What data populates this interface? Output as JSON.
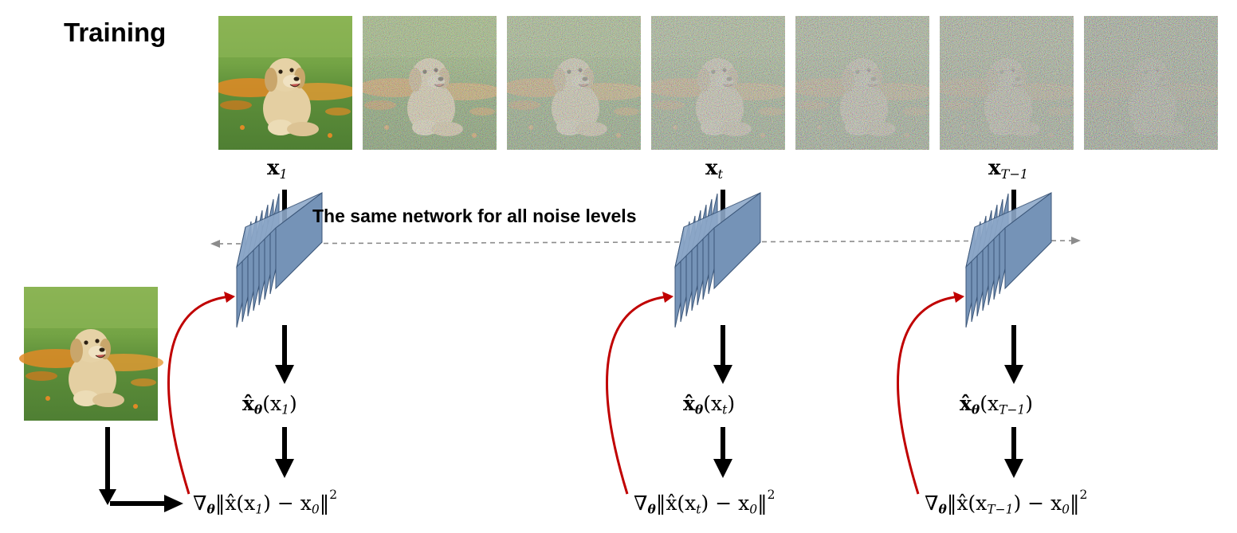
{
  "title": "Training",
  "network_caption": "The same network for all noise levels",
  "noise_levels": [
    0,
    0.35,
    0.5,
    0.62,
    0.72,
    0.82,
    0.92
  ],
  "labels": {
    "x1": {
      "base": "x",
      "sub": "1"
    },
    "xt": {
      "base": "x",
      "sub": "t"
    },
    "xT1": {
      "base": "x",
      "sub": "T−1"
    }
  },
  "predictions": {
    "p1": {
      "prefix": "x̂",
      "theta": "θ",
      "arg": "(x",
      "sub": "1",
      "close": ")"
    },
    "pt": {
      "prefix": "x̂",
      "theta": "θ",
      "arg": "(x",
      "sub": "t",
      "close": ")"
    },
    "pT1": {
      "prefix": "x̂",
      "theta": "θ",
      "arg": "(x",
      "sub": "T−1",
      "close": ")"
    }
  },
  "losses": {
    "l1": {
      "nabla": "∇",
      "theta": "θ",
      "body": "‖x̂",
      "arg": "(x",
      "sub": "1",
      "rest": ") − x",
      "sub0": "0",
      "end": "‖",
      "pow": "2"
    },
    "lt": {
      "nabla": "∇",
      "theta": "θ",
      "body": "‖x̂",
      "arg": "(x",
      "sub": "t",
      "rest": ") − x",
      "sub0": "0",
      "end": "‖",
      "pow": "2"
    },
    "lT1": {
      "nabla": "∇",
      "theta": "θ",
      "body": "‖x̂",
      "arg": "(x",
      "sub": "T−1",
      "rest": ") − x",
      "sub0": "0",
      "end": "‖",
      "pow": "2"
    }
  },
  "colors": {
    "network_fill": "#7593b7",
    "network_stroke": "#3b5679",
    "feedback_arrow": "#c00000",
    "arrow": "#000000",
    "dashed_line": "#8c8c8c",
    "grass": "#6b9c46",
    "flowers": "#e08a26",
    "dog": "#e1cc9e"
  }
}
